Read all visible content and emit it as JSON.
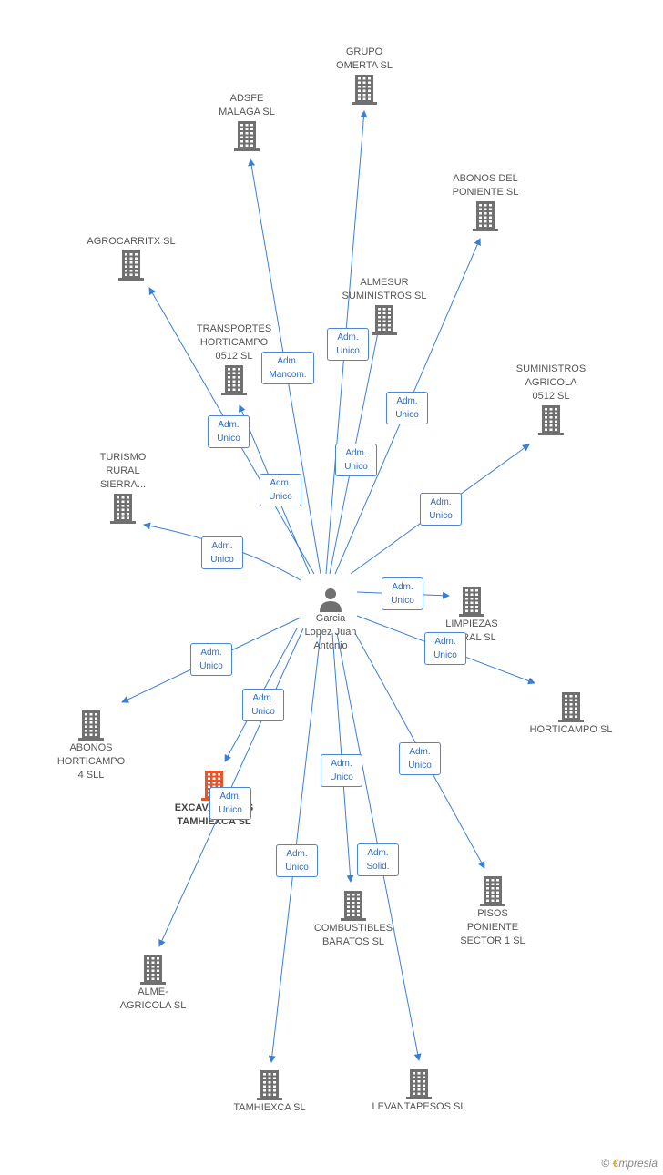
{
  "center": {
    "label": "Garcia\nLopez Juan\nAntonio"
  },
  "companies": [
    {
      "id": "grupo_omerta",
      "label": "GRUPO\nOMERTA SL"
    },
    {
      "id": "adsfe",
      "label": "ADSFE\nMALAGA SL"
    },
    {
      "id": "abonos_poniente",
      "label": "ABONOS DEL\nPONIENTE SL"
    },
    {
      "id": "agrocarritx",
      "label": "AGROCARRITX SL"
    },
    {
      "id": "almesur",
      "label": "ALMESUR\nSUMINISTROS SL"
    },
    {
      "id": "transportes",
      "label": "TRANSPORTES\nHORTICAMPO\n0512 SL"
    },
    {
      "id": "suministros",
      "label": "SUMINISTROS\nAGRICOLA\n0512 SL"
    },
    {
      "id": "turismo",
      "label": "TURISMO\nRURAL\nSIERRA..."
    },
    {
      "id": "limpiezas",
      "label": "LIMPIEZAS\nRURAL SL"
    },
    {
      "id": "horticampo",
      "label": "HORTICAMPO SL"
    },
    {
      "id": "abonos_horticampo",
      "label": "ABONOS\nHORTICAMPO\n4 SLL"
    },
    {
      "id": "excavaciones",
      "label": "EXCAVACIONES\nTAMHIEXCA SL"
    },
    {
      "id": "pisos",
      "label": "PISOS\nPONIENTE\nSECTOR 1 SL"
    },
    {
      "id": "combustibles",
      "label": "COMBUSTIBLES\nBARATOS SL"
    },
    {
      "id": "alme_agricola",
      "label": "ALME-\nAGRICOLA SL"
    },
    {
      "id": "tamhiexca",
      "label": "TAMHIEXCA SL"
    },
    {
      "id": "levantapesos",
      "label": "LEVANTAPESOS SL"
    }
  ],
  "roles": [
    "Adm.\nMancom.",
    "Adm.\nUnico",
    "Adm.\nUnico",
    "Adm.\nUnico",
    "Adm.\nUnico",
    "Adm.\nUnico",
    "Adm.\nUnico",
    "Adm.\nUnico",
    "Adm.\nUnico",
    "Adm.\nUnico",
    "Adm.\nUnico",
    "Adm.\nUnico",
    "Adm.\nUnico",
    "Adm.\nUnico",
    "Adm.\nUnico",
    "Adm.\nUnico",
    "Adm.\nSolid."
  ],
  "colors": {
    "edge": "#3a7fd5",
    "building": "#707070",
    "building_active": "#e8552a",
    "person": "#707070"
  },
  "brand": {
    "symbol": "©",
    "e": "€",
    "rest": "mpresia"
  }
}
